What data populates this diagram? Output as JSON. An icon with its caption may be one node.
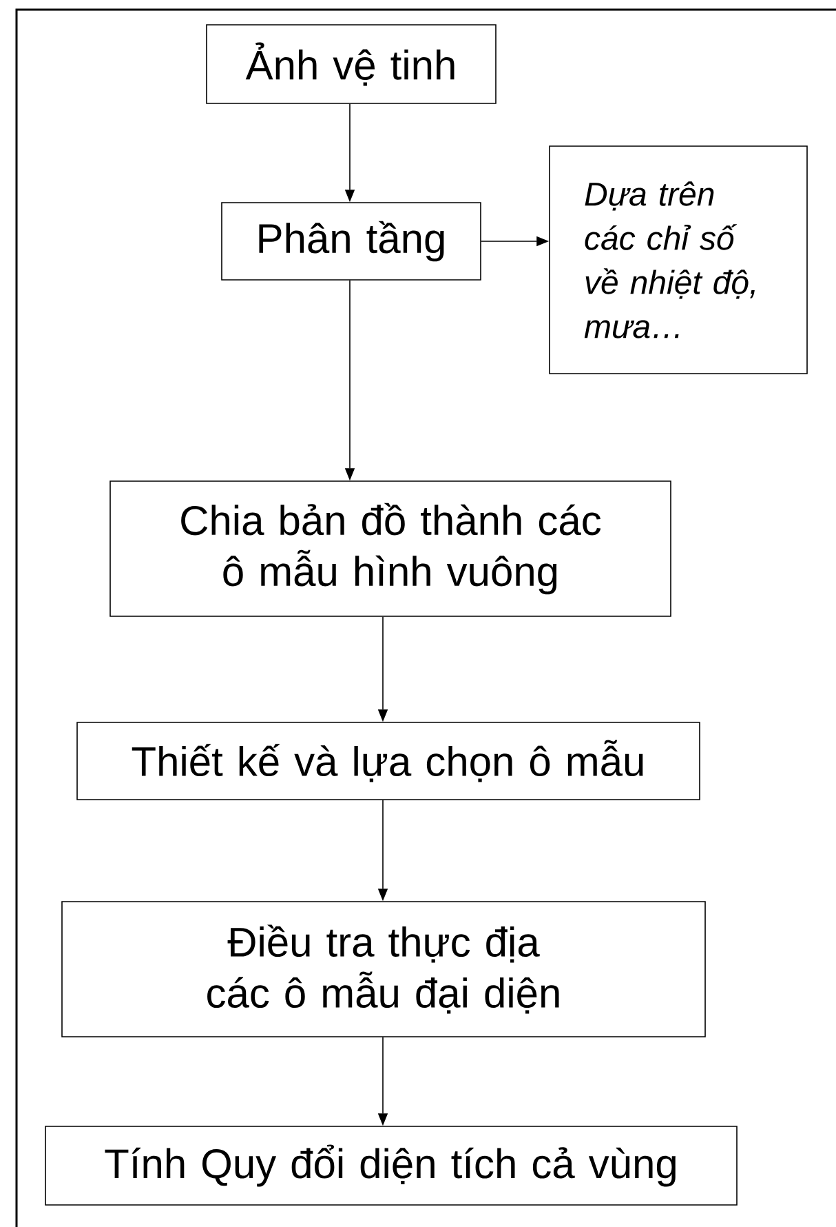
{
  "diagram": {
    "nodes": [
      {
        "text": [
          "Ảnh vệ tinh"
        ]
      },
      {
        "text": [
          "Phân tầng"
        ]
      },
      {
        "text": [
          "Dựa trên các chỉ số về nhiệt độ, mưa…"
        ]
      },
      {
        "text": [
          "Chia bản đồ thành các ô mẫu hình vuông"
        ]
      },
      {
        "text": [
          "Thiết kế và lựa chọn ô mẫu"
        ]
      },
      {
        "text": [
          "Điều tra thực địa các ô mẫu đại diện"
        ]
      },
      {
        "text": [
          "Tính Quy đổi diện tích cả vùng"
        ]
      }
    ],
    "edges": [
      {
        "from": 0,
        "to": 1,
        "arrow": "to"
      },
      {
        "from": 1,
        "to": 2,
        "arrow": "to"
      },
      {
        "from": 1,
        "to": 3,
        "arrow": "to"
      },
      {
        "from": 3,
        "to": 4,
        "arrow": "to"
      },
      {
        "from": 4,
        "to": 5,
        "arrow": "to"
      },
      {
        "from": 5,
        "to": 6,
        "arrow": "to"
      }
    ]
  }
}
